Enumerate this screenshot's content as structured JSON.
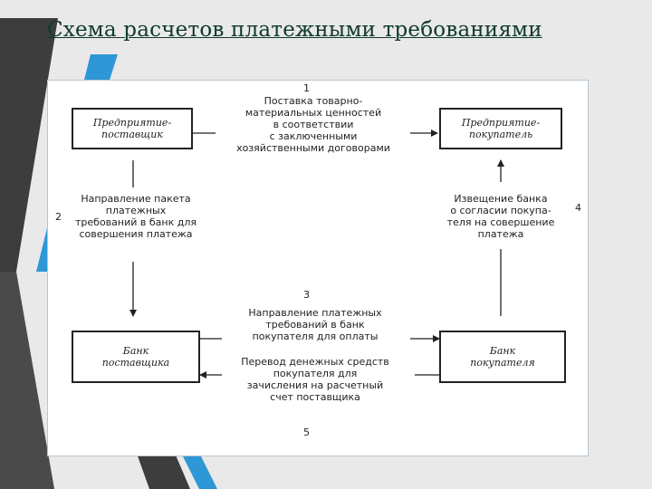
{
  "slide": {
    "title": "Схема расчетов платежными требованиями",
    "accent_colors": {
      "dark_stripe": "#404040",
      "blue_stripe": "#2e97d6",
      "title_color": "#0f3a2e"
    }
  },
  "diagram": {
    "nodes": {
      "supplier": "Предприятие-\nпоставщик",
      "buyer": "Предприятие-\nпокупатель",
      "supplier_bank": "Банк\nпоставщика",
      "buyer_bank": "Банк\nпокупателя"
    },
    "steps": {
      "s1_num": "1",
      "s1_text": "Поставка товарно-\nматериальных ценностей\nв соответствии\nс заключенными\nхозяйственными договорами",
      "s2_num": "2",
      "s2_text": "Направление пакета\nплатежных\nтребований в банк для\nсовершения платежа",
      "s3_num": "3",
      "s3_text": "Направление платежных\nтребований в банк\nпокупателя для оплаты",
      "s4_num": "4",
      "s4_text": "Извещение банка\nо согласии покупа-\nтеля на совершение\nплатежа",
      "s5_num": "5",
      "s5_text": "Перевод денежных средств\nпокупателя для\nзачисления на расчетный\nсчет поставщика"
    }
  }
}
